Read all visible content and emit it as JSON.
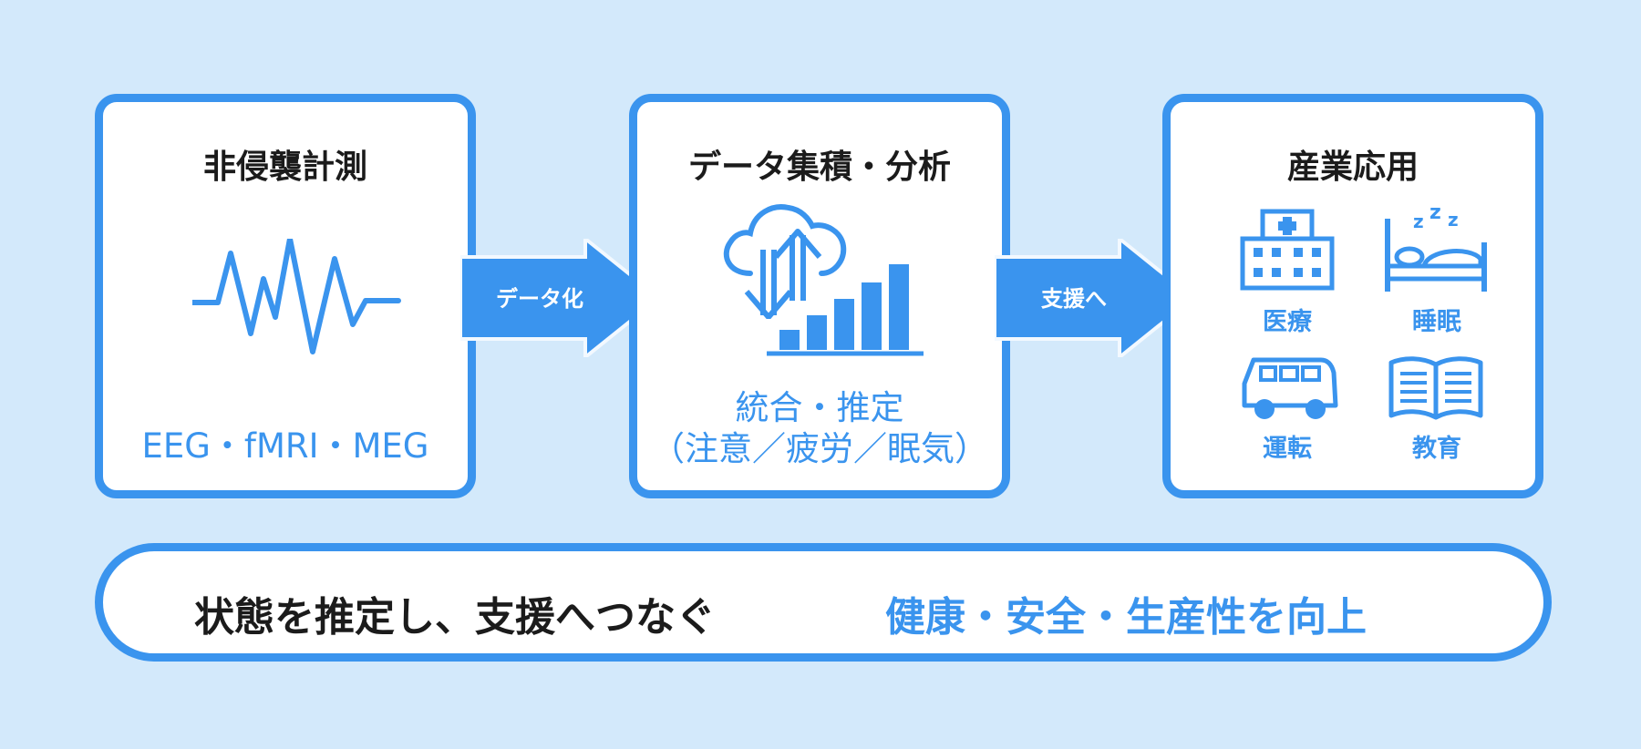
{
  "panels": [
    {
      "title": "非侵襲計測",
      "caption": "EEG・fMRI・MEG"
    },
    {
      "title": "データ集積・分析",
      "caption_line1": "統合・推定",
      "caption_line2": "（注意／疲労／眠気）"
    },
    {
      "title": "産業応用",
      "items": [
        "医療",
        "睡眠",
        "運転",
        "教育"
      ]
    }
  ],
  "arrows": [
    "データ化",
    "支援へ"
  ],
  "summary": {
    "left": "状態を推定し、支援へつなぐ",
    "right": "健康・安全・生産性を向上"
  },
  "colors": {
    "accent": "#3a94ee",
    "background": "#d3e9fb",
    "text": "#1b1b1b"
  },
  "icons": [
    "waveform-icon",
    "cloud-sync-icon",
    "bar-chart-icon",
    "hospital-icon",
    "bed-icon",
    "car-icon",
    "book-icon"
  ]
}
